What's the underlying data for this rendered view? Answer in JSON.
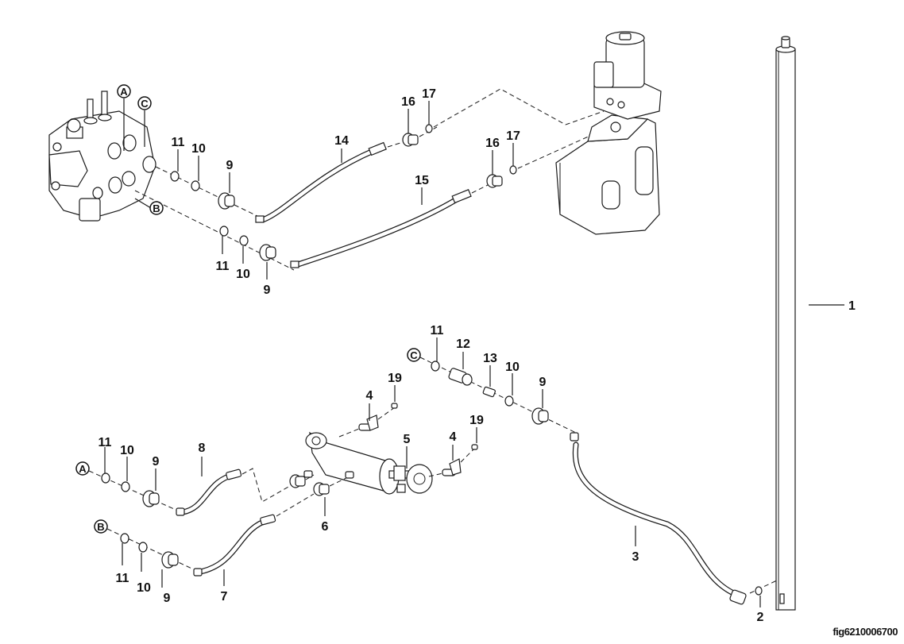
{
  "figure": {
    "id_label": "fig6210006700",
    "type": "exploded parts diagram - hydraulic system"
  },
  "connection_markers": {
    "A": "A",
    "B": "B",
    "C": "C"
  },
  "callouts": {
    "c1": "1",
    "c2": "2",
    "c3": "3",
    "c4a": "4",
    "c4b": "4",
    "c5": "5",
    "c6": "6",
    "c7": "7",
    "c8": "8",
    "c9_top1": "9",
    "c9_top2": "9",
    "c9_c": "9",
    "c9_a": "9",
    "c9_b": "9",
    "c10_top1": "10",
    "c10_top2": "10",
    "c10_c": "10",
    "c10_a": "10",
    "c10_b": "10",
    "c11_top1": "11",
    "c11_top2": "11",
    "c11_c": "11",
    "c11_a": "11",
    "c11_b": "11",
    "c12": "12",
    "c13": "13",
    "c14": "14",
    "c15": "15",
    "c16a": "16",
    "c16b": "16",
    "c17a": "17",
    "c17b": "17",
    "c19a": "19",
    "c19b": "19"
  }
}
